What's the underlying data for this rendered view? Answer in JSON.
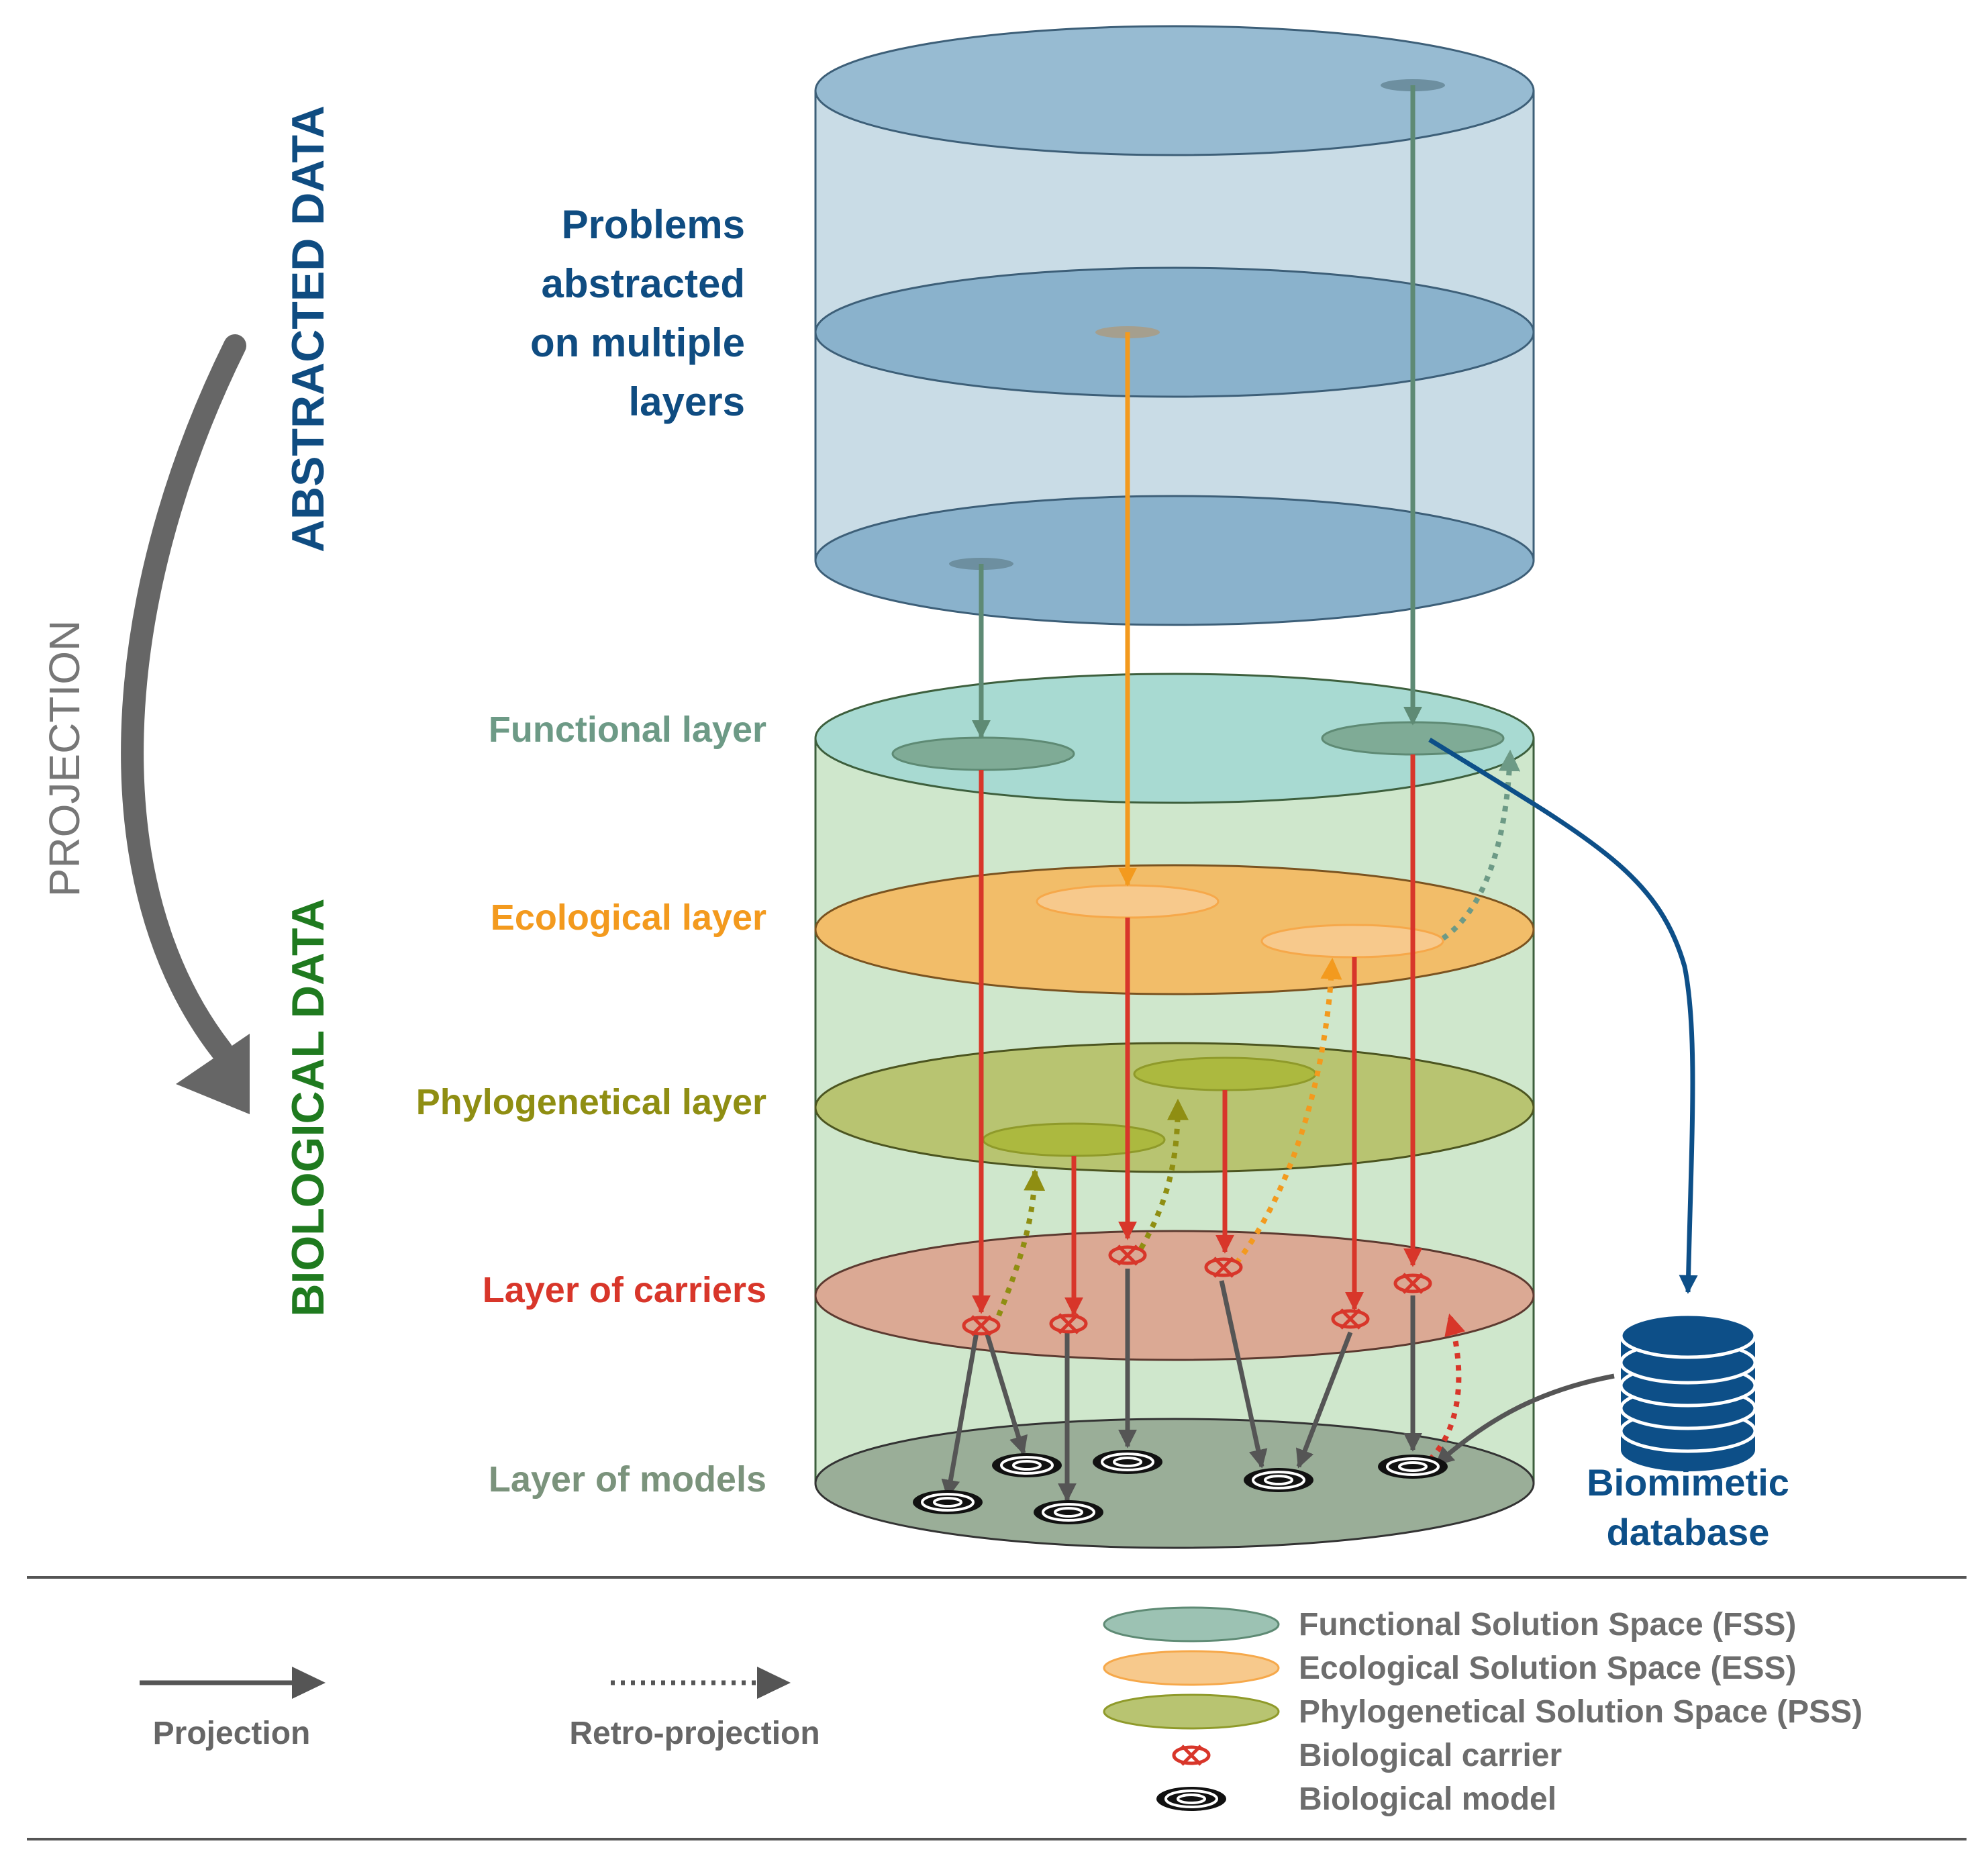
{
  "vertical_labels": {
    "abstracted": "ABSTRACTED DATA",
    "biological": "BIOLOGICAL DATA",
    "projection": "PROJECTION"
  },
  "problems_text": [
    "Problems",
    "abstracted",
    "on multiple",
    "layers"
  ],
  "layers": {
    "functional": "Functional layer",
    "ecological": "Ecological layer",
    "phylogenetical": "Phylogenetical layer",
    "carriers": "Layer of carriers",
    "models": "Layer of models"
  },
  "database": {
    "line1": "Biomimetic",
    "line2": "database"
  },
  "legend": {
    "projection": "Projection",
    "retro_projection": "Retro-projection",
    "fss": "Functional Solution Space (FSS)",
    "ess": "Ecological Solution Space (ESS)",
    "pss": "Phylogenetical Solution Space (PSS)",
    "carrier": "Biological carrier",
    "model": "Biological model"
  },
  "colors": {
    "abstracted_blue": "#0f4c81",
    "biological_green": "#1f7a1f",
    "functional": "#6d9a86",
    "ecological": "#f39a1e",
    "phylogenetical": "#8f8e12",
    "carriers": "#d8362a",
    "models": "#7b937c",
    "projection_gray": "#666666",
    "database_blue": "#0d4f88"
  }
}
